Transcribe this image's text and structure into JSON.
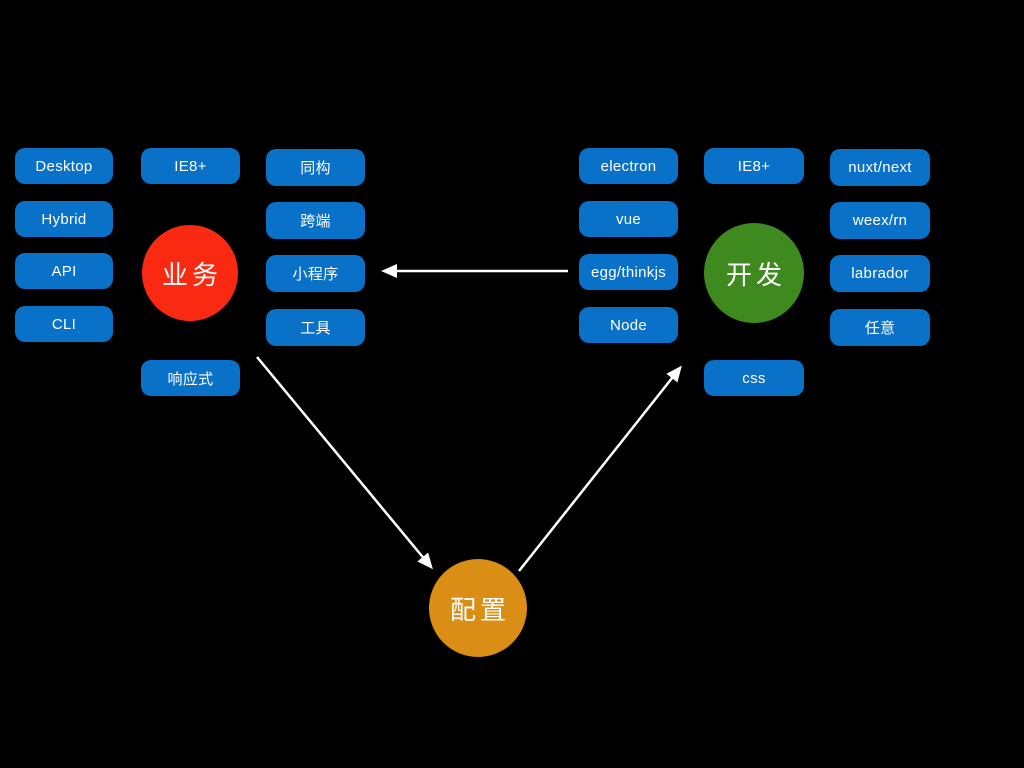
{
  "colors": {
    "background": "#000000",
    "pill_blue": "#0a71c8",
    "business_red": "#fa2a12",
    "development_green": "#3e8a1e",
    "config_orange": "#db8e15",
    "arrow_white": "#ffffff",
    "text_white": "#ffffff"
  },
  "left_cluster": {
    "circle": "业务",
    "pills": {
      "desktop": "Desktop",
      "hybrid": "Hybrid",
      "api": "API",
      "cli": "CLI",
      "ie8": "IE8+",
      "responsive": "响应式",
      "isomorphic": "同构",
      "cross_end": "跨端",
      "mini_program": "小程序",
      "tools": "工具"
    }
  },
  "right_cluster": {
    "circle": "开发",
    "pills": {
      "electron": "electron",
      "vue": "vue",
      "egg_thinkjs": "egg/thinkjs",
      "node": "Node",
      "ie8": "IE8+",
      "css": "css",
      "nuxt_next": "nuxt/next",
      "weex_rn": "weex/rn",
      "labrador": "labrador",
      "any": "任意"
    }
  },
  "center_cluster": {
    "circle": "配置"
  }
}
